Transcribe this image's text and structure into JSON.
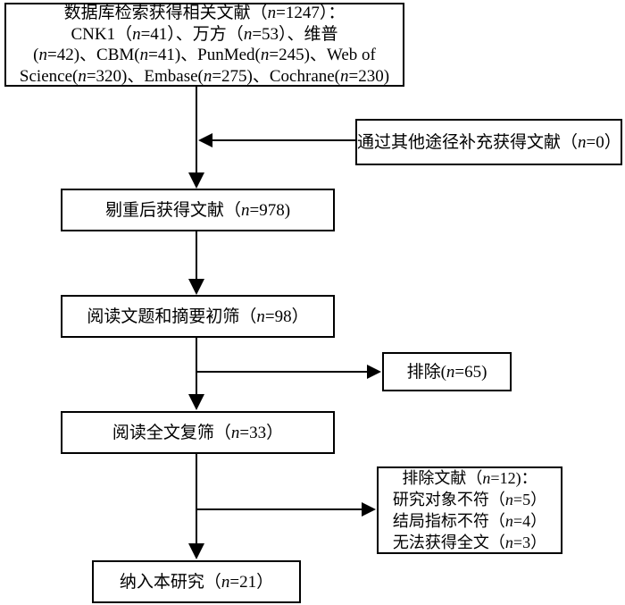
{
  "diagram": {
    "top_box": {
      "lines": [
        "数据库检索获得相关文献（n=1247）：",
        "CNK1（n=41）、万方（n=53）、维普",
        "(n=42)、CBM(n=41)、PunMed(n=245)、Web of",
        "Science(n=320)、Embase(n=275)、Cochrane(n=230)"
      ]
    },
    "supplement_box": {
      "text": "通过其他途径补充获得文献（n=0）"
    },
    "dedupe_box": {
      "text": "剔重后获得文献（n=978)"
    },
    "title_abstract_box": {
      "text": "阅读文题和摘要初筛（n=98）"
    },
    "exclude65_box": {
      "text": "排除(n=65)"
    },
    "fulltext_box": {
      "text": "阅读全文复筛（n=33）"
    },
    "exclude12_box": {
      "lines": [
        "排除文献（n=12)：",
        "研究对象不符（n=5）",
        "结局指标不符（n=4）",
        "无法获得全文（n=3）"
      ]
    },
    "included_box": {
      "text": "纳入本研究（n=21）"
    },
    "colors": {
      "ink": "#000000",
      "background": "#ffffff"
    }
  }
}
